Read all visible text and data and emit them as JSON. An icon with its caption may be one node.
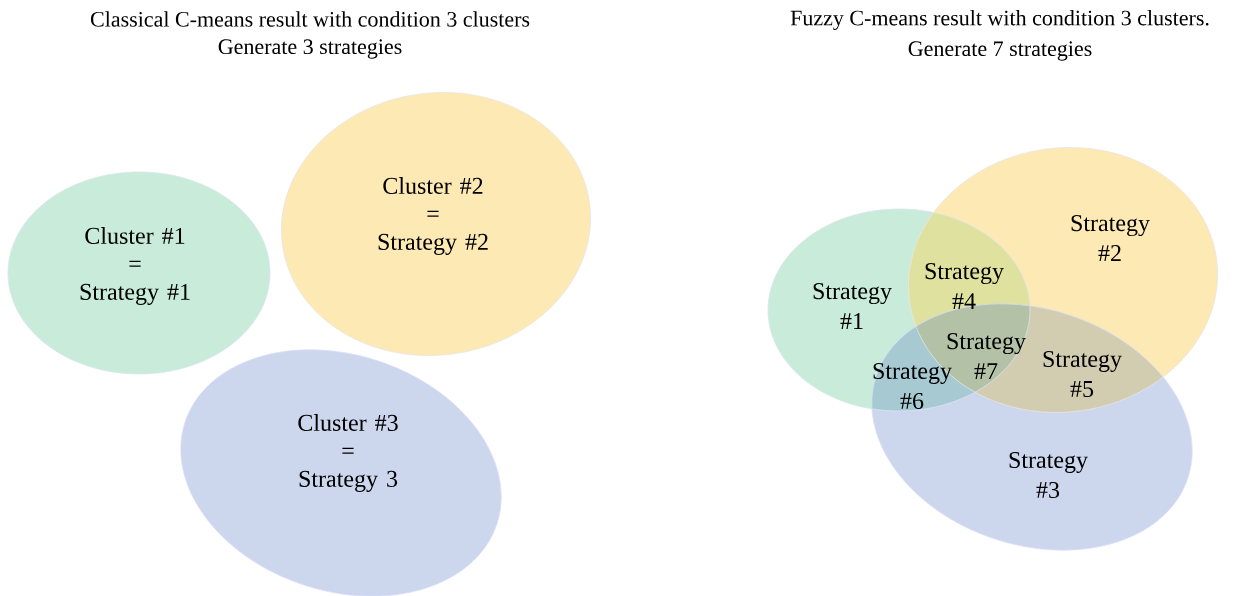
{
  "diagram": {
    "nodes": [
      {
        "text": [
          "Cluster #1",
          "=",
          "Strategy #1"
        ]
      },
      {
        "text": [
          "Cluster #2",
          "=",
          "Strategy #2"
        ]
      },
      {
        "text": [
          "Cluster #3",
          "=",
          "Strategy 3"
        ]
      },
      {
        "text": [
          "Strategy #1"
        ]
      },
      {
        "text": [
          "Strategy #2"
        ]
      },
      {
        "text": [
          "Strategy #3"
        ]
      }
    ],
    "labels": [
      "Classical C-means result with condition 3 clusters",
      "Fuzzy C-means result with condition 3 clusters.",
      "Generate 3 strategies",
      "Generate 7 strategies",
      "Strategy #4",
      "Strategy #7",
      "Strategy #6",
      "Strategy #5"
    ]
  }
}
